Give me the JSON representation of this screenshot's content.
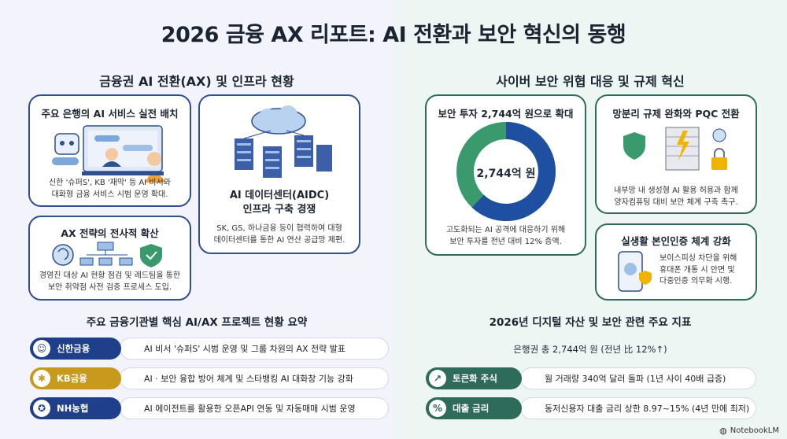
{
  "title": "2026 금융 AX 리포트: AI 전환과 보안 혁신의 동행",
  "left": {
    "heading": "금융권 AI 전환(AX) 및 인프라 현황",
    "card1": {
      "title": "주요 은행의 AI 서비스 실전 배치",
      "text1": "신한 '슈퍼S', KB '재막' 등 AI 비서와",
      "text2": "대화형 금융 서비스 시범 운영 확대."
    },
    "card2": {
      "title": "AX 전략의 전사적 확산",
      "text1": "경영진 대상 AI 현황 점검 및 레드팀을 통한",
      "text2": "보안 취약점 사전 검증 프로세스 도입."
    },
    "card3": {
      "title1": "AI 데이터센터(AIDC)",
      "title2": "인프라 구축 경쟁",
      "text1": "SK, GS, 하나금융 등이 협력하여 대형",
      "text2": "데이터센터를 통한 AI 연산 공급망 제편."
    },
    "summary_heading": "주요 금융기관별 핵심 AI/AX 프로젝트 현황 요약",
    "rows": [
      {
        "label": "신한금융",
        "icon": "robot-icon",
        "glyph": "☺",
        "color": "#1f3f8a",
        "text": "AI 비서 '슈퍼S' 시범 운영 및 그룹 차원의 AX 전략 발표"
      },
      {
        "label": "KB금융",
        "icon": "brain-icon",
        "glyph": "✱",
        "color": "#c79a1e",
        "text": "AI · 보안 융합 방어 체계 및 스타뱅킹 AI 대화창 기능 강화"
      },
      {
        "label": "NH농협",
        "icon": "medal-icon",
        "glyph": "✪",
        "color": "#1f3f8a",
        "text": "AI 에이전트를 활용한 오픈API 연동 및 자동매매 시범 운영"
      }
    ]
  },
  "right": {
    "heading": "사이버 보안 위협 대응 및 규제 혁신",
    "card1": {
      "title": "보안 투자 2,744억 원으로 확대",
      "donut_label": "2,744억 원",
      "text1": "고도화되는 AI 공격에 대응하기 위해",
      "text2": "보안 투자를 전년 대비 12% 증액."
    },
    "card2": {
      "title": "망분리 규제 완화와 PQC 전환",
      "text1": "내부망 내 생성형 AI 활용 허용과 함께",
      "text2": "양자컴퓨팅 대비 보안 체계 구축 촉구."
    },
    "card3": {
      "title": "실생활 본인인증 체계 강화",
      "text1": "보이스피싱 차단을 위해",
      "text2": "휴대폰 개통 시 안면 및",
      "text3": "다중인증 의무화 시행."
    },
    "summary_heading": "2026년 디지털 자산 및 보안 관련 주요 지표",
    "summary_sub": "은행권 총 2,744억 원 (전년 比 12%↑)",
    "rows": [
      {
        "label": "토큰화 주식",
        "icon": "chart-up-icon",
        "glyph": "↗",
        "color": "#2f6b5b",
        "text": "월 거래량 340억 달러 돌파 (1년 사이 40배 급증)"
      },
      {
        "label": "대출 금리",
        "icon": "percent-icon",
        "glyph": "%",
        "color": "#2f6b5b",
        "text": "동저신용자 대출 금리 상한 8.97~15% (4년 만에 최저)"
      }
    ]
  },
  "footer": {
    "brand": "NotebookLM",
    "icon": "notebook-logo-icon"
  },
  "colors": {
    "navy": "#2f4f8f",
    "teal": "#2f6b5b",
    "donut_blue": "#1f4fa0",
    "donut_green": "#3a9a6e"
  },
  "donut": {
    "blue_share": 0.62,
    "green_share": 0.38
  }
}
